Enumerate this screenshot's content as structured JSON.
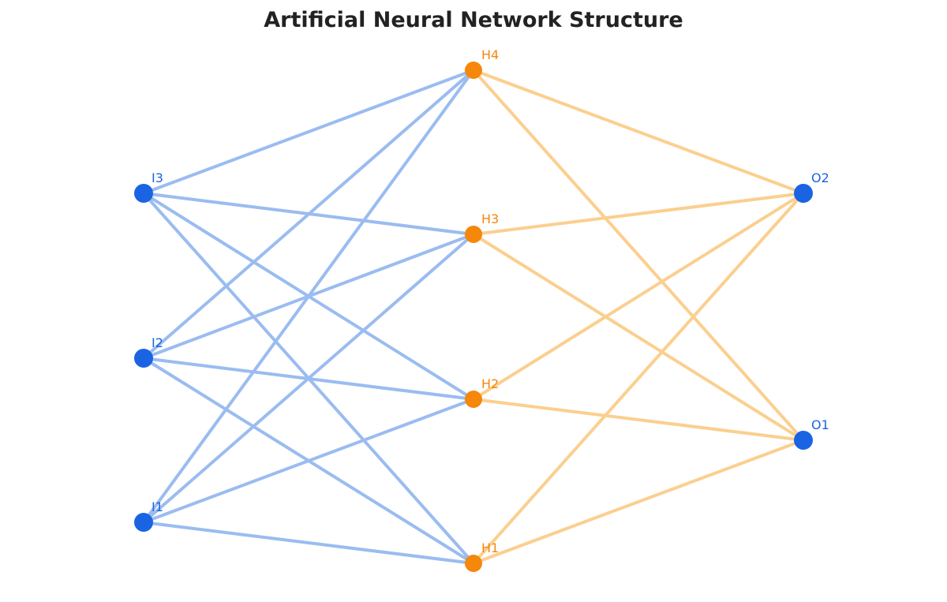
{
  "title": "Artificial Neural Network Structure",
  "colors": {
    "input_node": "#1a64e4",
    "hidden_node": "#f5870a",
    "output_node": "#1a64e4",
    "input_edge": "#9abcf0",
    "output_edge": "#fbcf8f",
    "input_label": "#1a64e4",
    "hidden_label": "#f5870a",
    "output_label": "#1a64e4"
  },
  "layers": [
    {
      "name": "input",
      "nodes": [
        "I1",
        "I2",
        "I3"
      ]
    },
    {
      "name": "hidden",
      "nodes": [
        "H1",
        "H2",
        "H3",
        "H4"
      ]
    },
    {
      "name": "output",
      "nodes": [
        "O1",
        "O2"
      ]
    }
  ],
  "connections": "fully-connected"
}
